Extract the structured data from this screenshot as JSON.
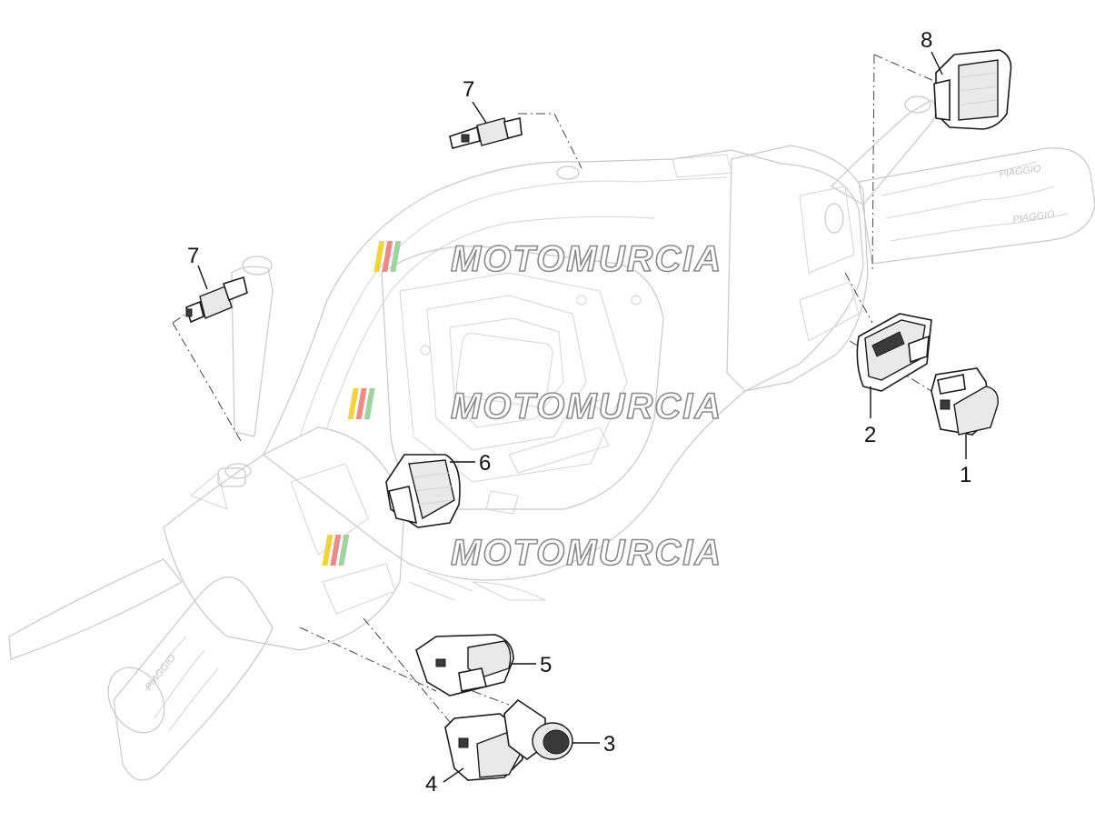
{
  "watermark": {
    "text": "MOTOMURCIA",
    "stripe_colors": [
      "#f2d33c",
      "#ef8a8a",
      "#9fd3a0",
      "#c8c8c8"
    ]
  },
  "grip_brand": "PIAGGIO",
  "callouts": [
    {
      "id": "1",
      "label": "1"
    },
    {
      "id": "2",
      "label": "2"
    },
    {
      "id": "3",
      "label": "3"
    },
    {
      "id": "4",
      "label": "4"
    },
    {
      "id": "5",
      "label": "5"
    },
    {
      "id": "6",
      "label": "6"
    },
    {
      "id": "7a",
      "label": "7"
    },
    {
      "id": "7b",
      "label": "7"
    },
    {
      "id": "8",
      "label": "8"
    }
  ]
}
